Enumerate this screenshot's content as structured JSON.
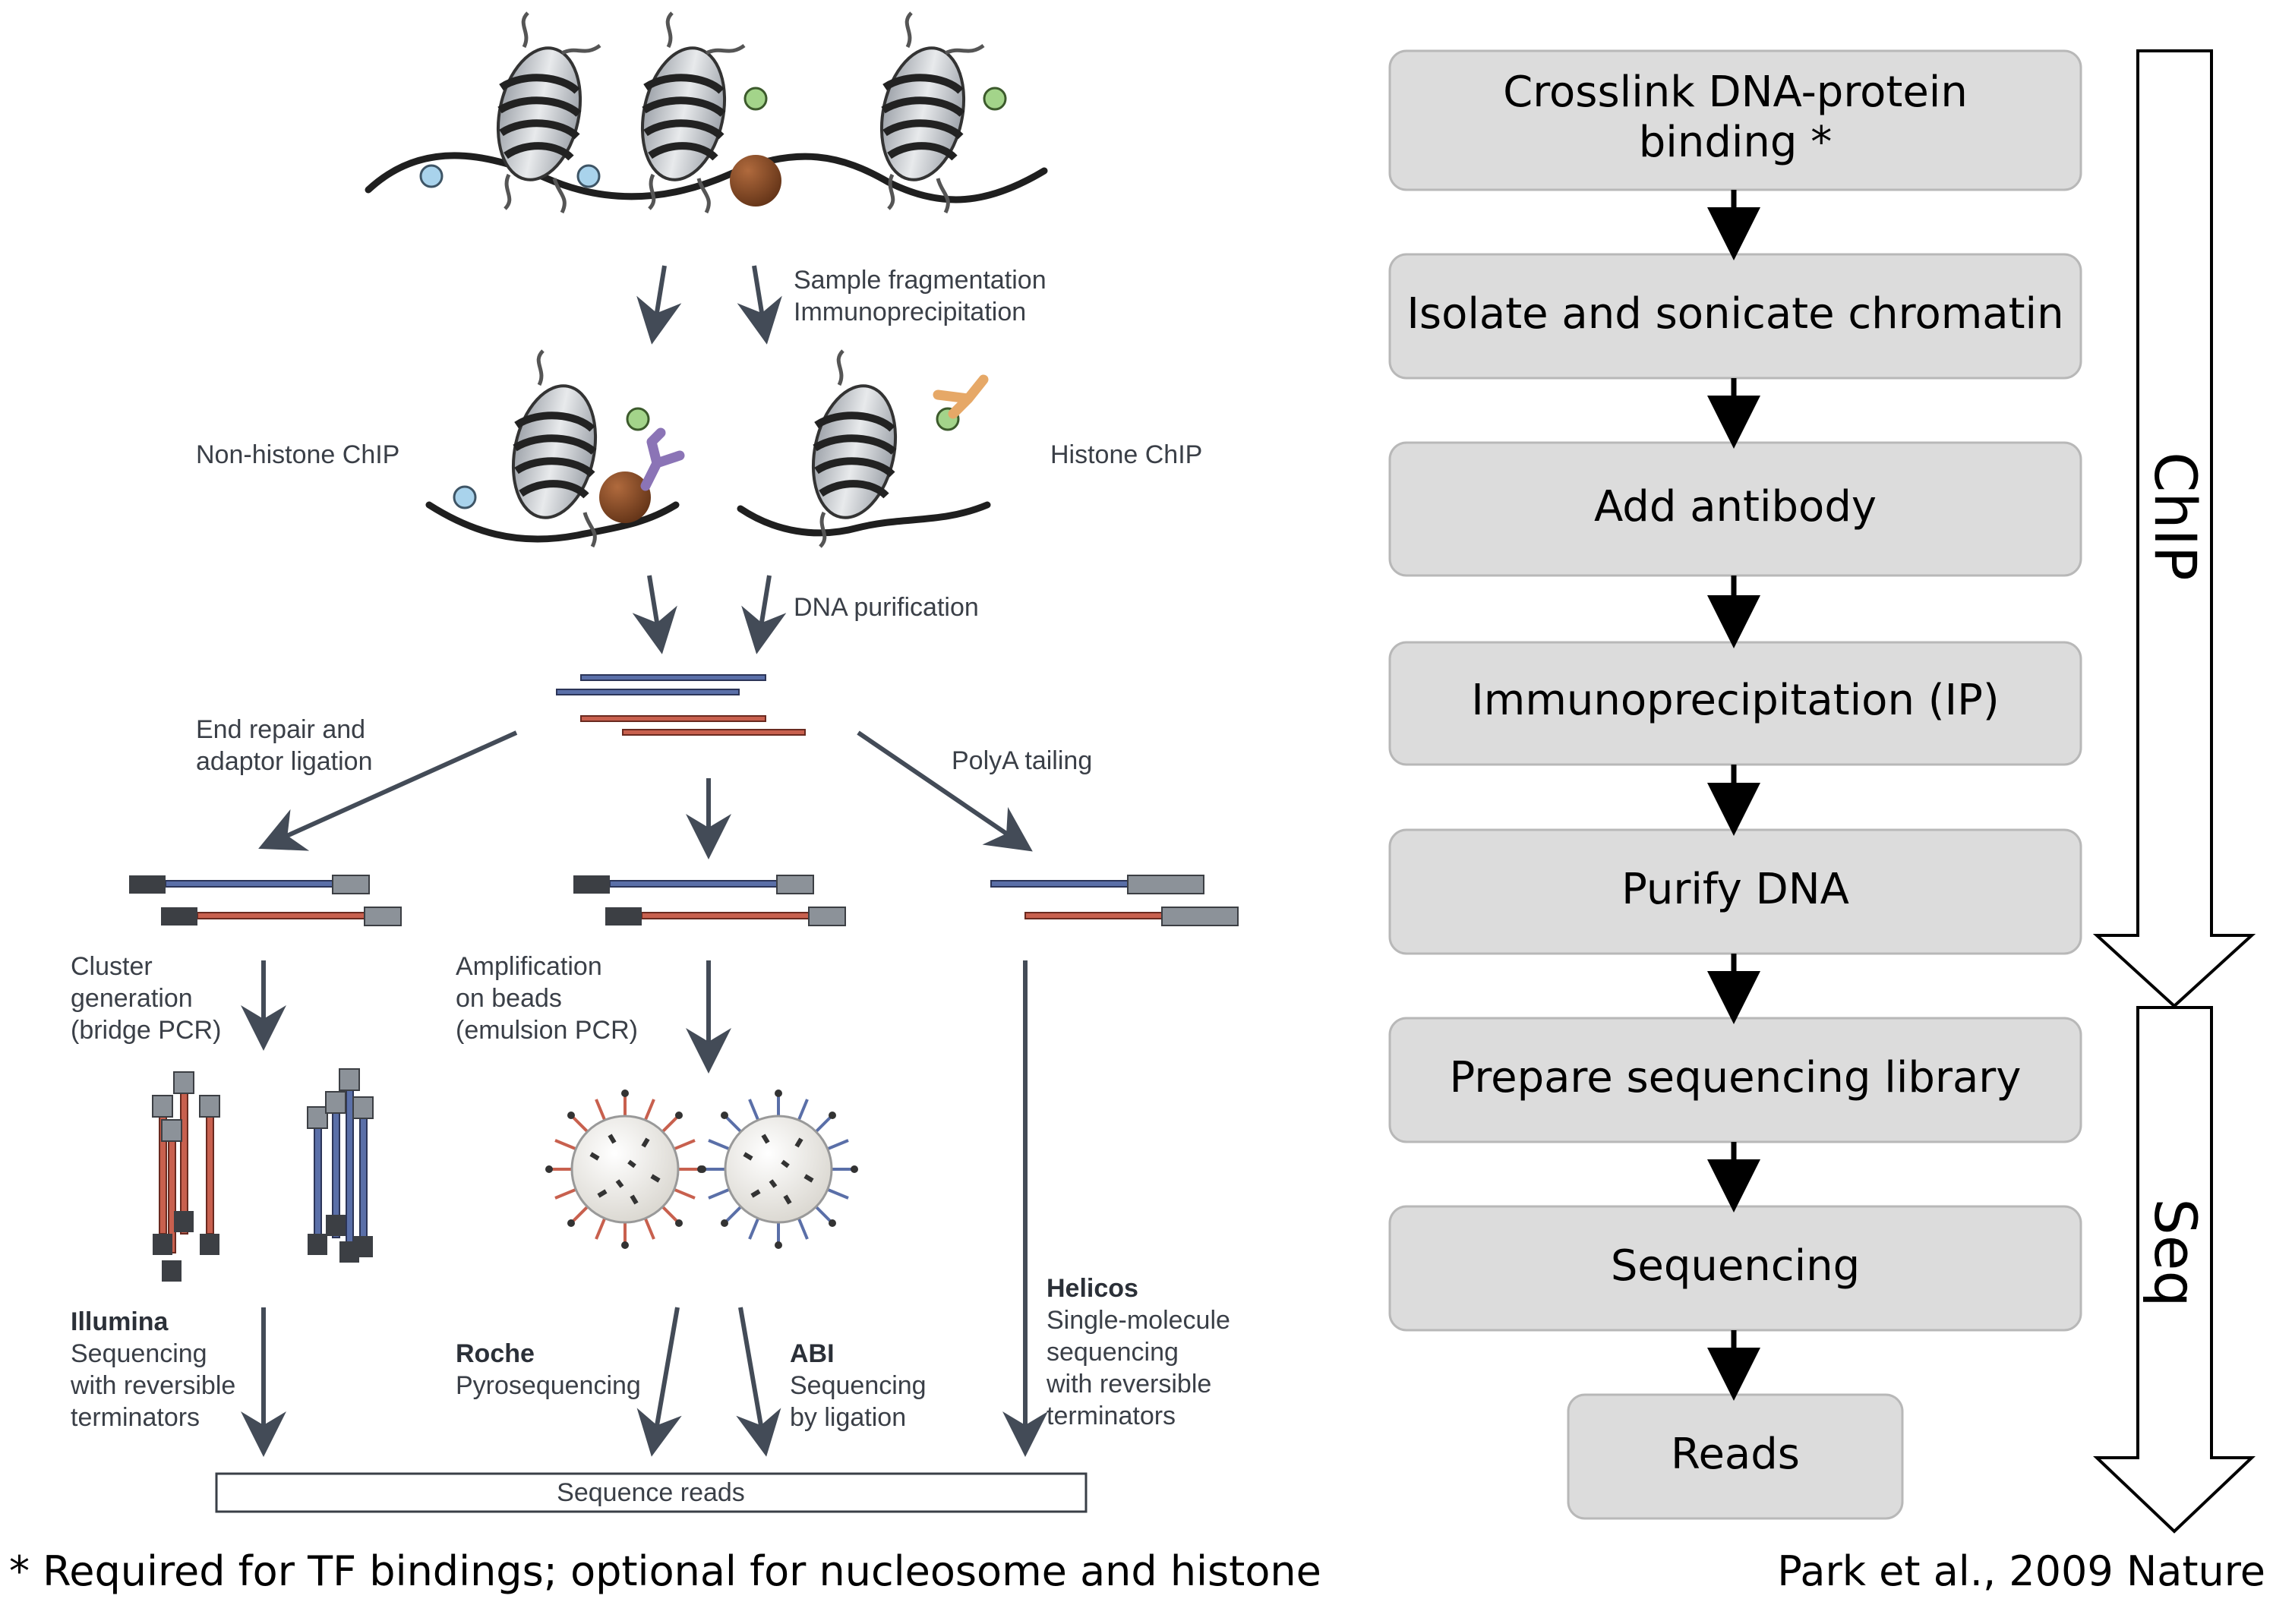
{
  "left_panel": {
    "step1_labels": [
      "Sample fragmentation",
      "Immunoprecipitation"
    ],
    "non_histone_label": "Non-histone ChIP",
    "histone_label": "Histone ChIP",
    "dna_purification_label": "DNA purification",
    "end_repair_labels": [
      "End repair and",
      "adaptor ligation"
    ],
    "polya_label": "PolyA tailing",
    "cluster_labels": [
      "Cluster",
      "generation",
      "(bridge PCR)"
    ],
    "amplification_labels": [
      "Amplification",
      "on beads",
      "(emulsion PCR)"
    ],
    "illumina": {
      "name": "Illumina",
      "lines": [
        "Sequencing",
        "with reversible",
        "terminators"
      ]
    },
    "roche": {
      "name": "Roche",
      "lines": [
        "Pyrosequencing"
      ]
    },
    "abi": {
      "name": "ABI",
      "lines": [
        "Sequencing",
        "by ligation"
      ]
    },
    "helicos": {
      "name": "Helicos",
      "lines": [
        "Single-molecule",
        "sequencing",
        "with reversible",
        "terminators"
      ]
    },
    "sequence_reads": "Sequence reads"
  },
  "flowchart": {
    "steps": [
      [
        "Crosslink DNA-protein",
        "binding *"
      ],
      [
        "Isolate and sonicate chromatin"
      ],
      [
        "Add antibody"
      ],
      [
        "Immunoprecipitation (IP)"
      ],
      [
        "Purify DNA"
      ],
      [
        "Prepare sequencing library"
      ],
      [
        "Sequencing"
      ],
      [
        "Reads"
      ]
    ],
    "phase_chip": "ChIP",
    "phase_seq": "Seq"
  },
  "footnote": "* Required for TF bindings; optional for nucleosome and histone",
  "citation": "Park et al., 2009 Nature",
  "colors": {
    "box_fill": "#dcdcdc",
    "box_stroke": "#b8b8b8",
    "arrow_dark": "#434b57",
    "strand_blue": "#5a6fa8",
    "strand_red": "#c8604e",
    "adaptor_gray": "#8c9299",
    "adaptor_dark": "#3c3f44",
    "bead_brown": "#7a4422",
    "mark_blue": "#a9d3ec",
    "mark_green": "#a3d48a",
    "antibody_purple": "#8b74b6",
    "antibody_orange": "#e6a867"
  }
}
